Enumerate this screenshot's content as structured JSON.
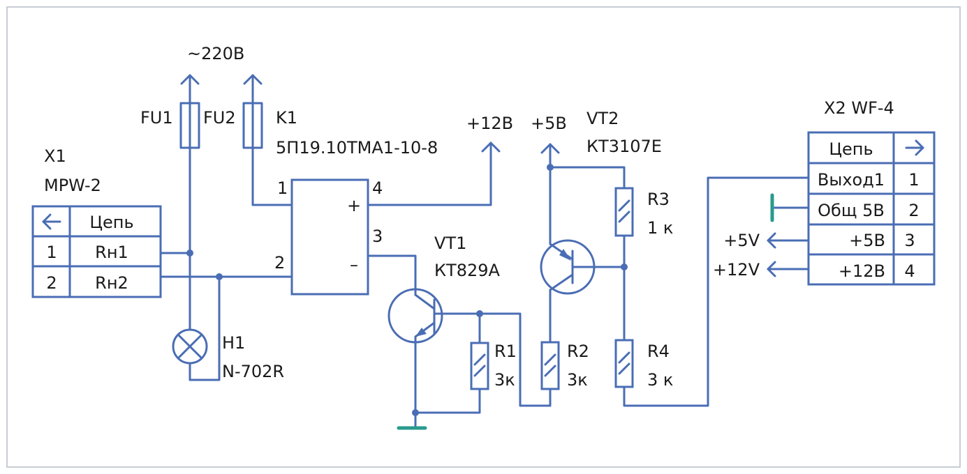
{
  "colors": {
    "wire": "#4a6db4",
    "ground": "#2a9a8c",
    "text": "#1a1a1a",
    "frame": "#c8ccd2"
  },
  "power_label": "~220В",
  "fuses": [
    {
      "ref": "FU1"
    },
    {
      "ref": "FU2"
    }
  ],
  "relay": {
    "ref": "K1",
    "model": "5П19.10ТМА1-10-8",
    "pins": {
      "p1": "1",
      "p2": "2",
      "p3": "3",
      "p4": "4"
    },
    "plus": "+",
    "minus": "–"
  },
  "rails": {
    "plus12": "+12В",
    "plus5": "+5В"
  },
  "x1": {
    "ref": "X1",
    "model": "MPW-2",
    "arrow_icon": "arrow-left-icon",
    "header": "Цепь",
    "rows": [
      {
        "num": "1",
        "net": "Rн1"
      },
      {
        "num": "2",
        "net": "Rн2"
      }
    ]
  },
  "h1": {
    "ref": "H1",
    "model": "N-702R",
    "icon": "lamp-icon"
  },
  "vt1": {
    "ref": "VT1",
    "model": "КТ829А",
    "icon": "npn-transistor-icon"
  },
  "vt2": {
    "ref": "VT2",
    "model": "КТ3107Е",
    "icon": "pnp-transistor-icon"
  },
  "resistors": [
    {
      "ref": "R1",
      "value": "3к"
    },
    {
      "ref": "R2",
      "value": "3к"
    },
    {
      "ref": "R3",
      "value": "1 к"
    },
    {
      "ref": "R4",
      "value": "3 к"
    }
  ],
  "x2": {
    "ref": "X2 WF-4",
    "header": "Цепь",
    "arrow_icon": "arrow-right-icon",
    "rows": [
      {
        "net": "Выход1",
        "num": "1"
      },
      {
        "net": "Общ 5В",
        "num": "2"
      },
      {
        "net": "+5В",
        "num": "3"
      },
      {
        "net": "+12В",
        "num": "4"
      }
    ],
    "ext": {
      "plus5v": "+5V",
      "plus12v": "+12V"
    }
  }
}
